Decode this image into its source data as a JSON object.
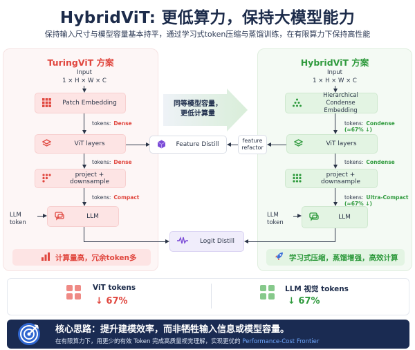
{
  "header": {
    "title": "HybridViT: 更低算力，保持大模型能力",
    "subtitle": "保持输入尺寸与模型容量基本持平，通过学习式token压缩与蒸馏训练，在有限算力下保持高性能"
  },
  "left": {
    "title": "TuringViT 方案",
    "input_label": "Input",
    "input_shape": "1 × H × W × C",
    "patch_embedding": "Patch Embedding",
    "tokens_1": {
      "label": "tokens:",
      "value": "Dense"
    },
    "vit_layers": "ViT layers",
    "tokens_2": {
      "label": "tokens:",
      "value": "Dense"
    },
    "project": "project + downsample",
    "tokens_3": {
      "label": "tokens:",
      "value": "Compact"
    },
    "llm_token": "LLM token",
    "llm": "LLM",
    "note": "计算量高，冗余token多"
  },
  "center": {
    "banner": [
      "同等模型容量，",
      "更低计算量"
    ],
    "feature_distill": "Feature Distill",
    "feature_refactor": [
      "feature",
      "refactor"
    ],
    "logit_distill": "Logit Distill"
  },
  "right": {
    "title": "HybridViT 方案",
    "input_label": "Input",
    "input_shape": "1 × H × W × C",
    "condense_embedding": [
      "Hierarchical Condense",
      "Embedding"
    ],
    "tokens_1": {
      "label": "tokens:",
      "value": "Condense (≈67% ↓)"
    },
    "vit_layers": "ViT layers",
    "tokens_2": {
      "label": "tokens:",
      "value": "Condense"
    },
    "project": "project + downsample",
    "tokens_3": {
      "label": "tokens:",
      "value": "Ultra-Compact (≈67% ↓)"
    },
    "llm_token": "LLM token",
    "llm": "LLM",
    "note": "学习式压缩，蒸馏增强，高效计算"
  },
  "stats": [
    {
      "name": "ViT tokens",
      "value": "↓ 67%",
      "color": "#e0463e"
    },
    {
      "name": "LLM 视觉 tokens",
      "value": "↓ 67%",
      "color": "#2f9a3d"
    }
  ],
  "footer": {
    "heading": "核心思路：提升建模效率，而非牺牲输入信息或模型容量。",
    "sub_prefix": "在有限算力下，用更少的有效 Token 完成高质量视觉理解，实现更优的 ",
    "sub_highlight": "Performance-Cost Frontier"
  },
  "colors": {
    "red": "#e0463e",
    "green": "#2f9a3d",
    "navy": "#1a2b52",
    "lilac": "#f0edfb"
  },
  "icons": [
    "patch-grid-icon",
    "layers-icon",
    "dots-grid-icon",
    "chat-icon",
    "triangle-icon",
    "cube-icon",
    "waveform-icon",
    "bar-chart-icon",
    "rocket-icon",
    "target-icon"
  ]
}
